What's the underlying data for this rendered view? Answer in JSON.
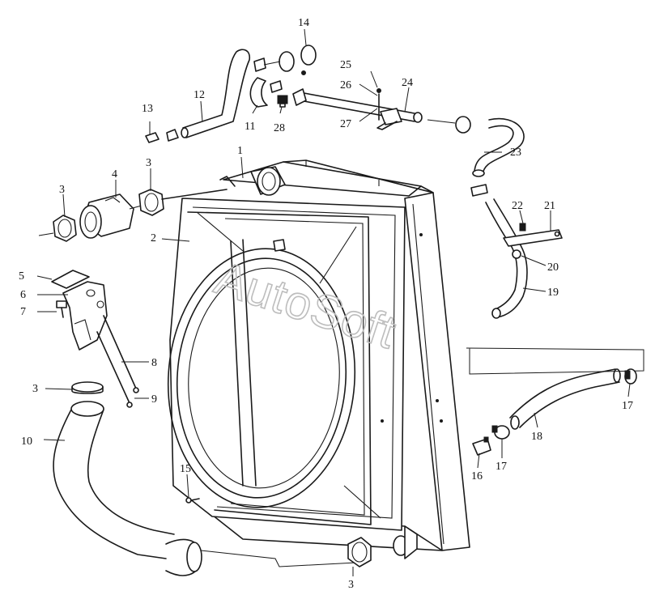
{
  "watermark": "AutoSoft",
  "callouts": {
    "c1": "1",
    "c2": "2",
    "c3a": "3",
    "c3b": "3",
    "c3c": "3",
    "c3d": "3",
    "c4": "4",
    "c5": "5",
    "c6": "6",
    "c7": "7",
    "c8": "8",
    "c9": "9",
    "c10": "10",
    "c11": "11",
    "c12": "12",
    "c13": "13",
    "c14": "14",
    "c15": "15",
    "c16": "16",
    "c17a": "17",
    "c17b": "17",
    "c18": "18",
    "c19": "19",
    "c20": "20",
    "c21": "21",
    "c22": "22",
    "c23": "23",
    "c24": "24",
    "c25": "25",
    "c26": "26",
    "c27": "27",
    "c28": "28"
  }
}
